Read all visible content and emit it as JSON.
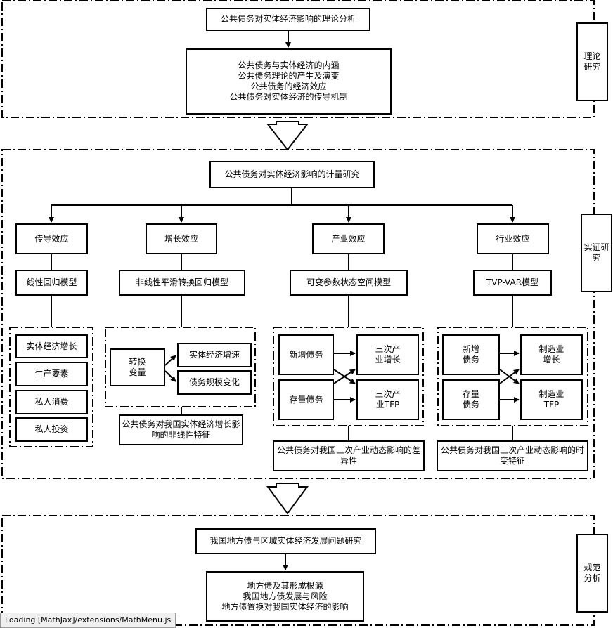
{
  "sections": {
    "theory": {
      "label": "理论研究"
    },
    "empirical": {
      "label": "实证研究"
    },
    "normative": {
      "label": "规范分析"
    }
  },
  "theory": {
    "title": "公共债务对实体经济影响的理论分析",
    "content": "公共债务与实体经济的内涵\n公共债务理论的产生及演变\n公共债务的经济效应\n公共债务对实体经济的传导机制"
  },
  "empirical": {
    "title": "公共债务对实体经济影响的计量研究",
    "transmission": {
      "effect": "传导效应",
      "model": "线性回归模型",
      "items": [
        "实体经济增长",
        "生产要素",
        "私人消费",
        "私人投资"
      ]
    },
    "growth": {
      "effect": "增长效应",
      "model": "非线性平滑转换回归模型",
      "switch_var": "转换\n变量",
      "outputs": [
        "实体经济增速",
        "债务规模变化"
      ],
      "conclusion": "公共债务对我国实体经济增长影\n响的非线性特征"
    },
    "industry": {
      "effect": "产业效应",
      "model": "可变参数状态空间模型",
      "inputs": [
        "新增债务",
        "存量债务"
      ],
      "outputs": [
        "三次产\n业增长",
        "三次产\n业TFP"
      ],
      "conclusion": "公共债务对我国三次产业动态影响的差\n异性"
    },
    "sector": {
      "effect": "行业效应",
      "model": "TVP-VAR模型",
      "inputs": [
        "新增\n债务",
        "存量\n债务"
      ],
      "outputs": [
        "制造业\n增长",
        "制造业\nTFP"
      ],
      "conclusion": "公共债务对我国三次产业动态影响的时\n变特征"
    }
  },
  "normative": {
    "title": "我国地方债与区域实体经济发展问题研究",
    "content": "地方债及其形成根源\n我国地方债发展与风险\n地方债置换对我国实体经济的影响"
  },
  "status_bar": "Loading [MathJax]/extensions/MathMenu.js"
}
